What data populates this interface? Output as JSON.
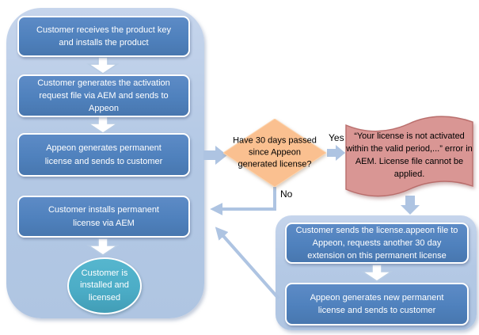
{
  "diagram": {
    "main_flow": {
      "steps": [
        "Customer receives the product key and installs the product",
        "Customer generates the activation request file via AEM and sends to Appeon",
        "Appeon generates permanent license and sends to customer",
        "Customer installs permanent license via AEM"
      ],
      "end_state": "Customer is installed and licensed"
    },
    "decision": {
      "question": "Have 30 days passed since Appeon generated license?",
      "yes_label": "Yes",
      "no_label": "No"
    },
    "error_callout": "“Your license is not activated within the valid period,...” error in AEM. License file cannot be applied.",
    "extension_flow": {
      "steps": [
        "Customer sends the license.appeon file to Appeon, requests another 30 day extension on this permanent license",
        "Appeon generates new permanent license and sends to customer"
      ]
    },
    "colors": {
      "process_fill": "#4f81bd",
      "group_fill": "#b7cbe6",
      "decision_fill": "#fac090",
      "error_fill": "#d99694",
      "error_border": "#b96e6c",
      "terminator_fill": "#4bacc6",
      "connector": "#aec4e2",
      "text_on_fill": "#ffffff"
    }
  }
}
